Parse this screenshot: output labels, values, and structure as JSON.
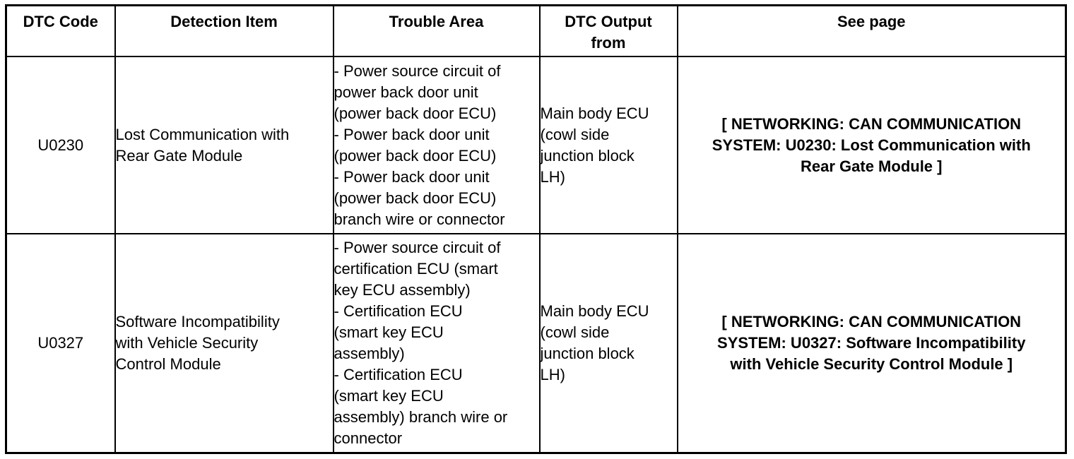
{
  "table": {
    "headers": [
      "DTC Code",
      "Detection Item",
      "Trouble Area",
      "DTC Output from",
      "See page"
    ],
    "header_lines": {
      "dtc_output_from": [
        "DTC Output",
        "from"
      ]
    },
    "rows": [
      {
        "dtc_code": "U0230",
        "detection_item_lines": [
          "Lost Communication with",
          "Rear Gate Module"
        ],
        "trouble_area_lines": [
          "- Power source circuit of",
          "power back door unit",
          "(power back door ECU)",
          "- Power back door unit",
          "(power back door ECU)",
          "- Power back door unit",
          "(power back door ECU)",
          "branch wire or connector"
        ],
        "dtc_output_from_lines": [
          "Main body ECU",
          "(cowl side",
          "junction block",
          "LH)"
        ],
        "see_page_lines": [
          "[ NETWORKING: CAN COMMUNICATION",
          "SYSTEM: U0230: Lost Communication with",
          "Rear Gate Module ]"
        ]
      },
      {
        "dtc_code": "U0327",
        "detection_item_lines": [
          "Software Incompatibility",
          "with Vehicle Security",
          "Control Module"
        ],
        "trouble_area_lines": [
          "- Power source circuit of",
          "certification ECU (smart",
          "key ECU assembly)",
          "- Certification ECU",
          "(smart key ECU",
          "assembly)",
          "- Certification ECU",
          "(smart key ECU",
          "assembly) branch wire or",
          "connector"
        ],
        "dtc_output_from_lines": [
          "Main body ECU",
          "(cowl side",
          "junction block",
          "LH)"
        ],
        "see_page_lines": [
          "[ NETWORKING: CAN COMMUNICATION",
          "SYSTEM: U0327: Software Incompatibility",
          "with Vehicle Security Control Module ]"
        ]
      }
    ]
  }
}
